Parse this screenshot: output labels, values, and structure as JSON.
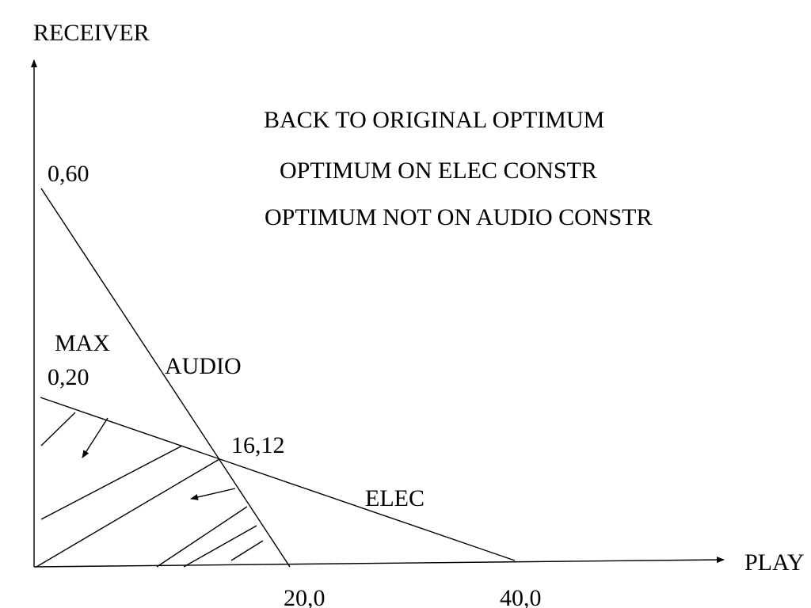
{
  "axes": {
    "y_label": "RECEIVER",
    "x_label": "PLAY"
  },
  "notes": [
    "BACK TO ORIGINAL OPTIMUM",
    "OPTIMUM ON ELEC CONSTR",
    "OPTIMUM NOT ON AUDIO CONSTR"
  ],
  "constraints": {
    "audio": {
      "name": "AUDIO",
      "y_intercept_label": "0,60",
      "x_intercept_label": "20,0"
    },
    "elec": {
      "name": "ELEC",
      "y_intercept_label": "0,20",
      "x_intercept_label": "40,0"
    }
  },
  "objective_label": "MAX",
  "optimum_label": "16,12"
}
